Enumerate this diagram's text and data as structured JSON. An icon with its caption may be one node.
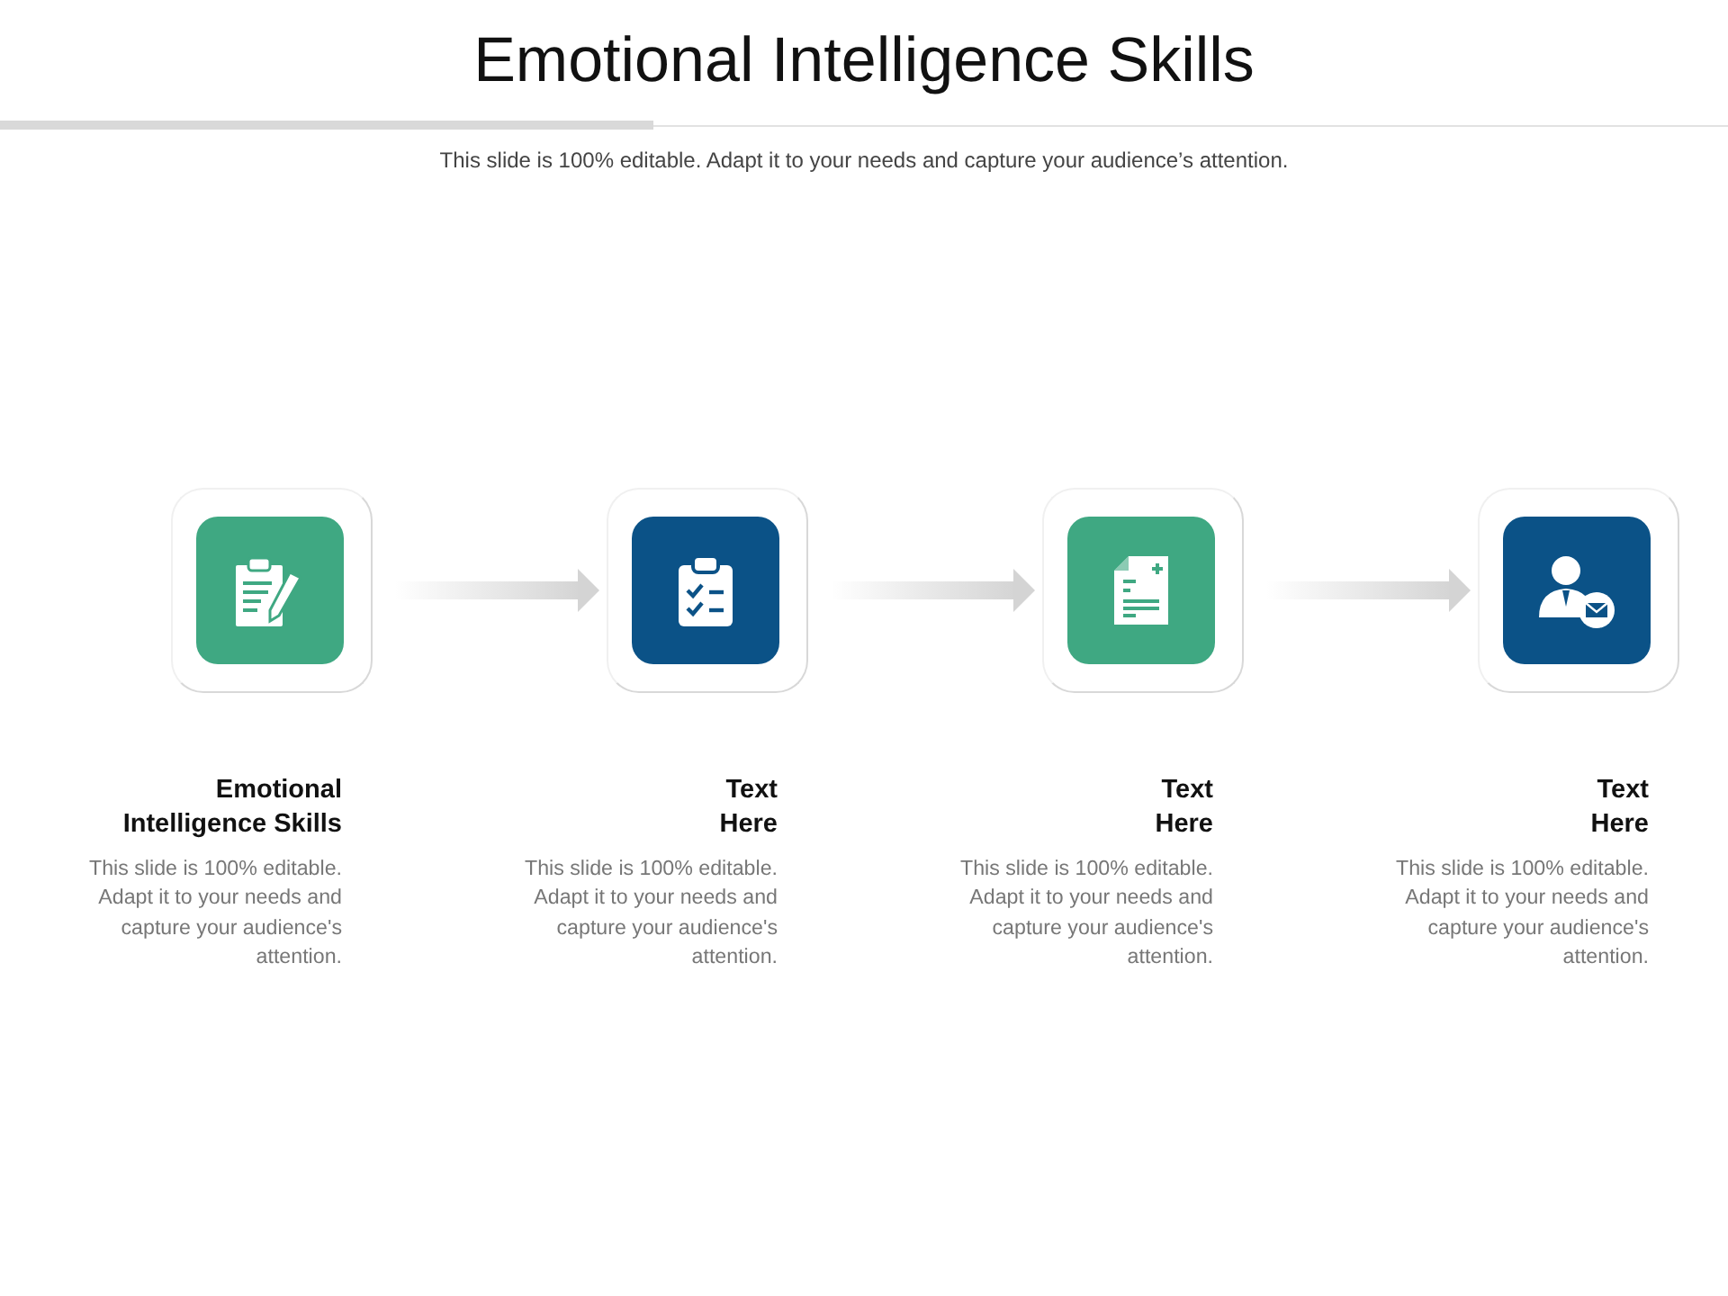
{
  "diagram": {
    "title": "Emotional Intelligence Skills",
    "nodes": [
      {
        "text": [],
        "shape": "box",
        "beside": [
          "Emotional Intelligence Skills",
          "This slide is 100% editable. Adapt it to your needs and capture your audience's attention."
        ]
      },
      {
        "text": [],
        "shape": "box",
        "beside": [
          "Text Here",
          "This slide is 100% editable. Adapt it to your needs and capture your audience's attention."
        ]
      },
      {
        "text": [],
        "shape": "box",
        "beside": [
          "Text Here",
          "This slide is 100% editable. Adapt it to your needs and capture your audience's attention."
        ]
      },
      {
        "text": [],
        "shape": "box",
        "beside": [
          "Text Here",
          "This slide is 100% editable. Adapt it to your needs and capture your audience's attention."
        ]
      }
    ],
    "edges": [
      {
        "from": 0,
        "to": 1,
        "arrow": "to"
      },
      {
        "from": 1,
        "to": 2,
        "arrow": "to"
      },
      {
        "from": 2,
        "to": 3,
        "arrow": "to"
      }
    ],
    "labels": [
      "This slide is 100% editable. Adapt it to your needs and capture your audience’s attention."
    ]
  }
}
